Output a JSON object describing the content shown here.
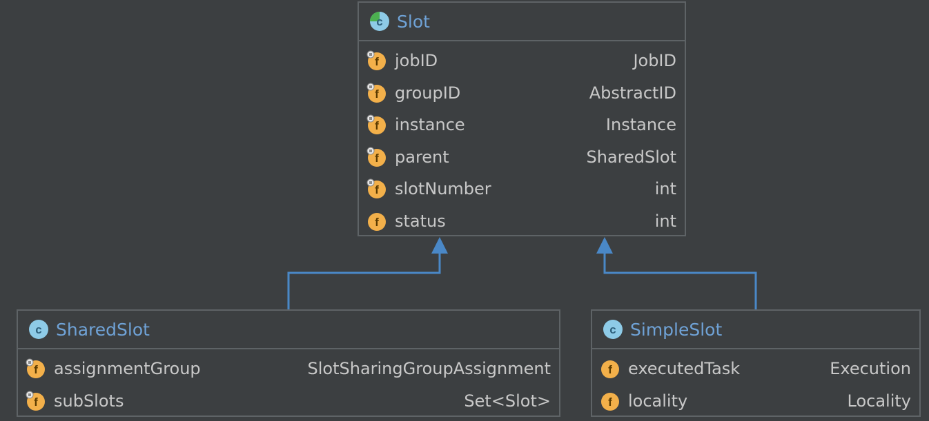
{
  "diagram": {
    "classes": {
      "slot": {
        "name": "Slot",
        "fields": [
          {
            "name": "jobID",
            "type": "JobID",
            "icon": "final-field-icon"
          },
          {
            "name": "groupID",
            "type": "AbstractID",
            "icon": "final-field-icon"
          },
          {
            "name": "instance",
            "type": "Instance",
            "icon": "final-field-icon"
          },
          {
            "name": "parent",
            "type": "SharedSlot",
            "icon": "final-field-icon"
          },
          {
            "name": "slotNumber",
            "type": "int",
            "icon": "final-field-icon"
          },
          {
            "name": "status",
            "type": "int",
            "icon": "field-icon"
          }
        ]
      },
      "shared_slot": {
        "name": "SharedSlot",
        "fields": [
          {
            "name": "assignmentGroup",
            "type": "SlotSharingGroupAssignment",
            "icon": "final-field-icon"
          },
          {
            "name": "subSlots",
            "type": "Set<Slot>",
            "icon": "final-field-icon"
          }
        ]
      },
      "simple_slot": {
        "name": "SimpleSlot",
        "fields": [
          {
            "name": "executedTask",
            "type": "Execution",
            "icon": "field-icon"
          },
          {
            "name": "locality",
            "type": "Locality",
            "icon": "field-icon"
          }
        ]
      }
    },
    "colors": {
      "background": "#3c3f41",
      "border": "#5e6366",
      "class_name": "#6fa2d6",
      "text": "#c8c8c8",
      "connector": "#4a88c7",
      "field_icon": "#f3b04a"
    }
  }
}
